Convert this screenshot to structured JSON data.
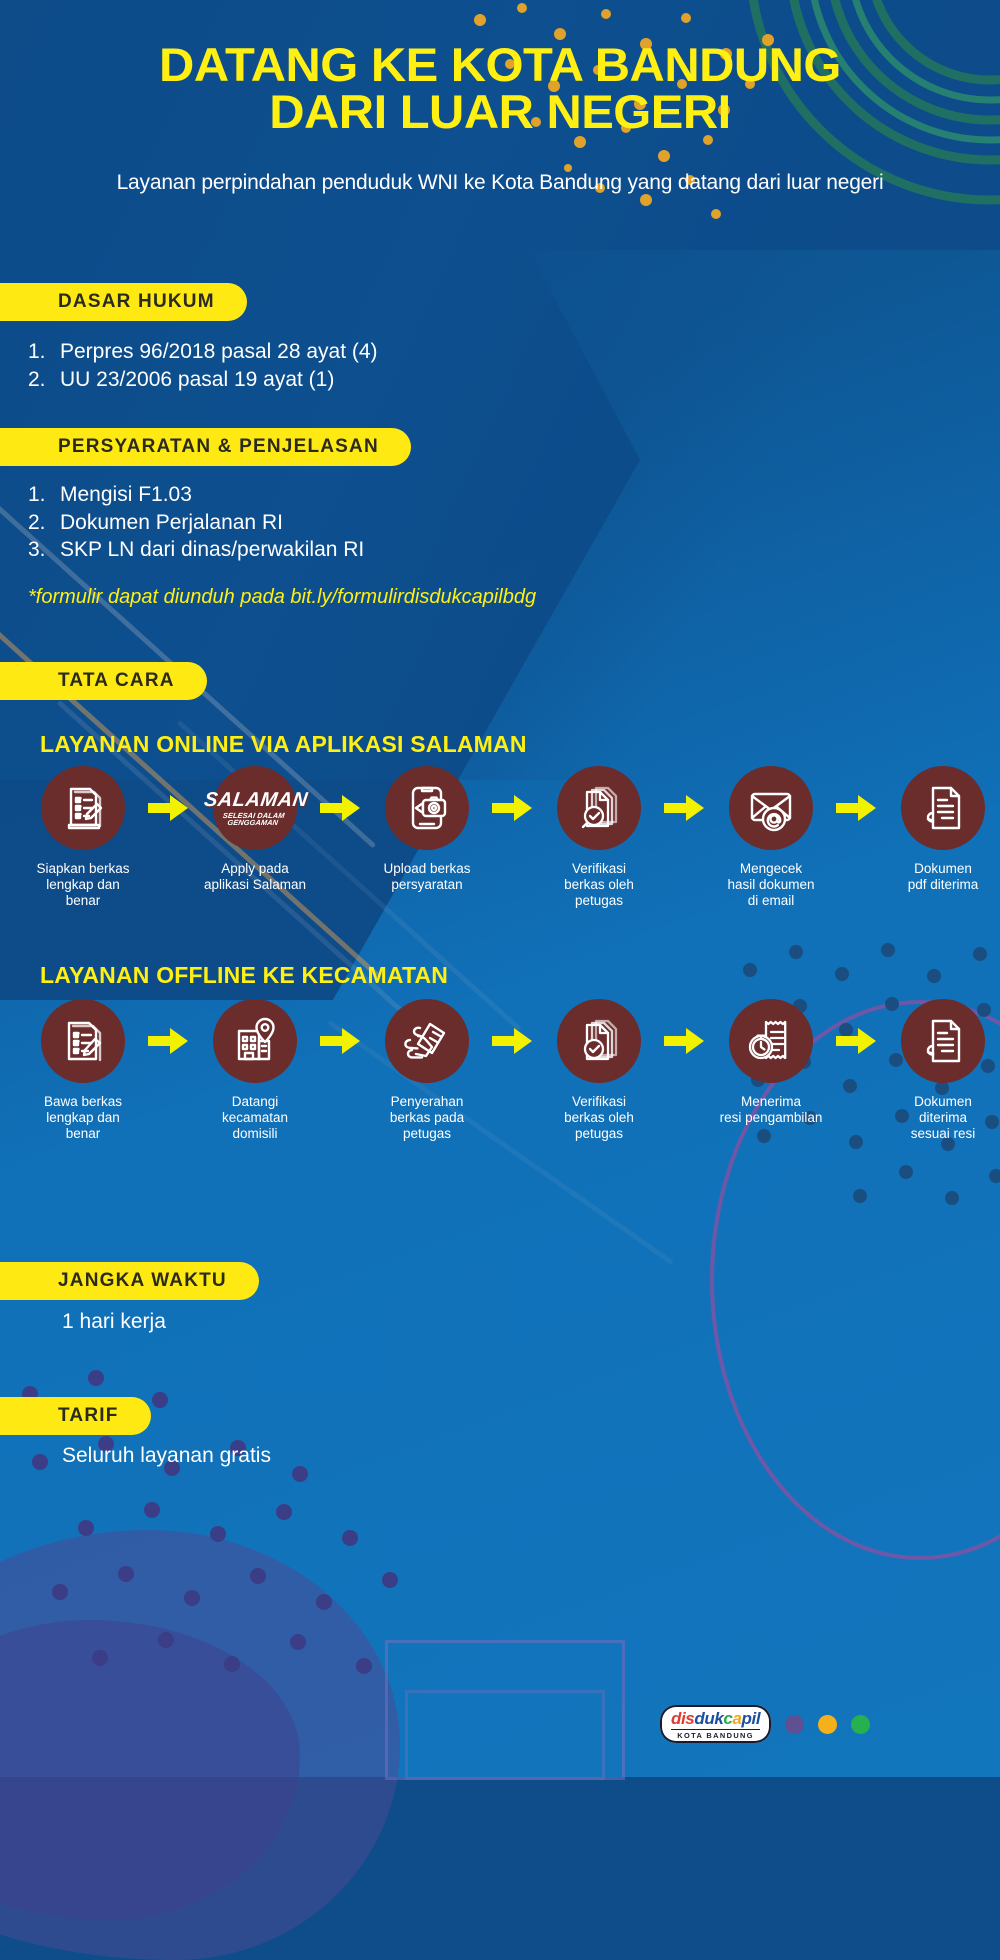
{
  "header": {
    "title_line1": "DATANG KE KOTA BANDUNG",
    "title_line2": "DARI LUAR NEGERI",
    "subtitle": "Layanan perpindahan penduduk WNI ke Kota Bandung yang datang dari luar negeri"
  },
  "sections": {
    "dasar_hukum": {
      "heading": "DASAR HUKUM",
      "items": [
        {
          "num": "1.",
          "text": "Perpres 96/2018 pasal 28 ayat (4)"
        },
        {
          "num": "2.",
          "text": "UU 23/2006 pasal 19 ayat (1)"
        }
      ]
    },
    "persyaratan": {
      "heading": "PERSYARATAN & PENJELASAN",
      "items": [
        {
          "num": "1.",
          "text": "Mengisi F1.03"
        },
        {
          "num": "2.",
          "text": "Dokumen Perjalanan RI"
        },
        {
          "num": "3.",
          "text": "SKP LN dari dinas/perwakilan RI"
        }
      ],
      "note": "*formulir dapat diunduh pada bit.ly/formulirdisdukcapilbdg"
    },
    "tata_cara": {
      "heading": "TATA CARA",
      "online": {
        "title": "LAYANAN ONLINE VIA APLIKASI SALAMAN",
        "steps": [
          {
            "icon": "checklist-document-pen-icon",
            "caption": "Siapkan berkas\nlengkap dan\nbenar"
          },
          {
            "icon": "salaman-app-logo-icon",
            "caption": "Apply pada\naplikasi Salaman",
            "badge_main": "SALAMAN",
            "badge_sub": "SELESAI DALAM GENGGAMAN"
          },
          {
            "icon": "phone-camera-upload-icon",
            "caption": "Upload berkas\npersyaratan"
          },
          {
            "icon": "document-verified-magnifier-icon",
            "caption": "Verifikasi\nberkas oleh\npetugas"
          },
          {
            "icon": "email-envelope-at-icon",
            "caption": "Mengecek\nhasil dokumen\ndi email"
          },
          {
            "icon": "document-hand-receive-icon",
            "caption": "Dokumen\npdf diterima"
          }
        ]
      },
      "offline": {
        "title": "LAYANAN  OFFLINE KE KECAMATAN",
        "steps": [
          {
            "icon": "checklist-document-pen-icon",
            "caption": "Bawa berkas\nlengkap dan\nbenar"
          },
          {
            "icon": "building-location-pin-icon",
            "caption": "Datangi\nkecamatan\ndomisili"
          },
          {
            "icon": "hand-give-document-icon",
            "caption": "Penyerahan\nberkas pada\npetugas"
          },
          {
            "icon": "document-verified-check-icon",
            "caption": "Verifikasi\nberkas oleh\npetugas"
          },
          {
            "icon": "receipt-stopwatch-icon",
            "caption": "Menerima\nresi pengambilan"
          },
          {
            "icon": "document-hand-receive-icon",
            "caption": "Dokumen\nditerima\nsesuai resi"
          }
        ]
      }
    },
    "jangka_waktu": {
      "heading": "JANGKA WAKTU",
      "value": "1 hari kerja"
    },
    "tarif": {
      "heading": "TARIF",
      "value": "Seluruh layanan gratis"
    }
  },
  "footer": {
    "logo_parts": [
      {
        "text": "dis",
        "color": "#e03a32"
      },
      {
        "text": "duk",
        "color": "#1d4fa0"
      },
      {
        "text": "c",
        "color": "#2aa84a"
      },
      {
        "text": "a",
        "color": "#f2a81d"
      },
      {
        "text": "pil",
        "color": "#1d4fa0"
      }
    ],
    "logo_sub": "KOTA BANDUNG",
    "dots": [
      "#5f4f93",
      "#f5b01c",
      "#27b04e"
    ]
  },
  "palette": {
    "bg_blue": "#1070b8",
    "bg_blue_dark": "#0d4b8a",
    "accent_yellow": "#ffe912",
    "title_yellow": "#ffef12",
    "circle_maroon": "#6b2c2c",
    "white": "#ffffff"
  }
}
